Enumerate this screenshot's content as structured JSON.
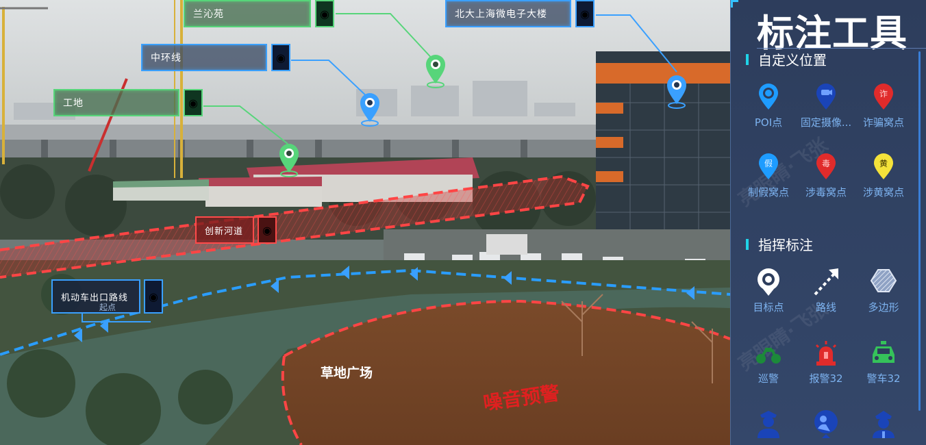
{
  "scene": {
    "labels": [
      {
        "id": "lanqinyuan",
        "text": "兰沁苑",
        "style": "green"
      },
      {
        "id": "zhonghuanxian",
        "text": "中环线",
        "style": "blue"
      },
      {
        "id": "gongdi",
        "text": "工地",
        "style": "green"
      },
      {
        "id": "beida",
        "text": "北大上海微电子大楼",
        "style": "blue"
      },
      {
        "id": "chuangxin",
        "text": "创新河道",
        "style": "red"
      },
      {
        "id": "jidongche",
        "text": "机动车出口路线",
        "style": "darkblue"
      }
    ],
    "start_label": "起点",
    "grass_label": "草地广场",
    "noise_label": "噪音预警"
  },
  "panel": {
    "title": "标注工具",
    "section1": "自定义位置",
    "section2": "指挥标注",
    "tools1": [
      {
        "label": "POI点",
        "icon": "poi-icon"
      },
      {
        "label": "固定摄像...",
        "icon": "fixed-camera-icon"
      },
      {
        "label": "诈骗窝点",
        "icon": "fraud-den-icon",
        "glyph": "诈"
      },
      {
        "label": "制假窝点",
        "icon": "counterfeit-den-icon",
        "glyph": "假"
      },
      {
        "label": "涉毒窝点",
        "icon": "drug-den-icon",
        "glyph": "毒"
      },
      {
        "label": "涉黄窝点",
        "icon": "porn-den-icon",
        "glyph": "黄"
      }
    ],
    "tools2": [
      {
        "label": "目标点",
        "icon": "target-point-icon"
      },
      {
        "label": "路线",
        "icon": "route-arrow-icon"
      },
      {
        "label": "多边形",
        "icon": "polygon-icon"
      },
      {
        "label": "巡警",
        "icon": "patrol-motorcycle-icon"
      },
      {
        "label": "报警32",
        "icon": "alarm-siren-icon"
      },
      {
        "label": "警车32",
        "icon": "police-car-icon"
      }
    ],
    "tools3": [
      {
        "icon": "police-officer-icon"
      },
      {
        "icon": "police-badge-icon"
      },
      {
        "icon": "police-officer-cap-icon"
      }
    ],
    "colors": {
      "accent": "#1fd3e8",
      "label": "#7db3f0",
      "panel": "#2d3d5c"
    }
  }
}
